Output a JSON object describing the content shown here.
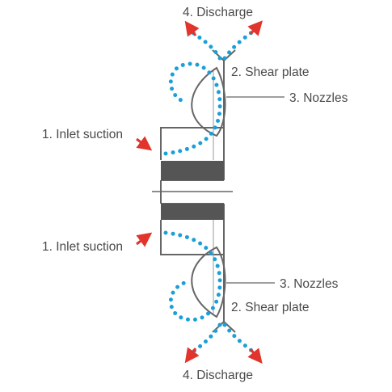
{
  "labels": {
    "discharge_top": "4. Discharge",
    "shear_plate_top": "2. Shear plate",
    "nozzles_top": "3. Nozzles",
    "inlet_suction_top": "1. Inlet suction",
    "inlet_suction_bottom": "1. Inlet suction",
    "nozzles_bottom": "3. Nozzles",
    "shear_plate_bottom": "2. Shear plate",
    "discharge_bottom": "4. Discharge"
  },
  "colors": {
    "outline": "#666666",
    "hub": "#555555",
    "flow_dots": "#1a9fd8",
    "arrows": "#e0342c",
    "text": "#4a4a4a"
  }
}
